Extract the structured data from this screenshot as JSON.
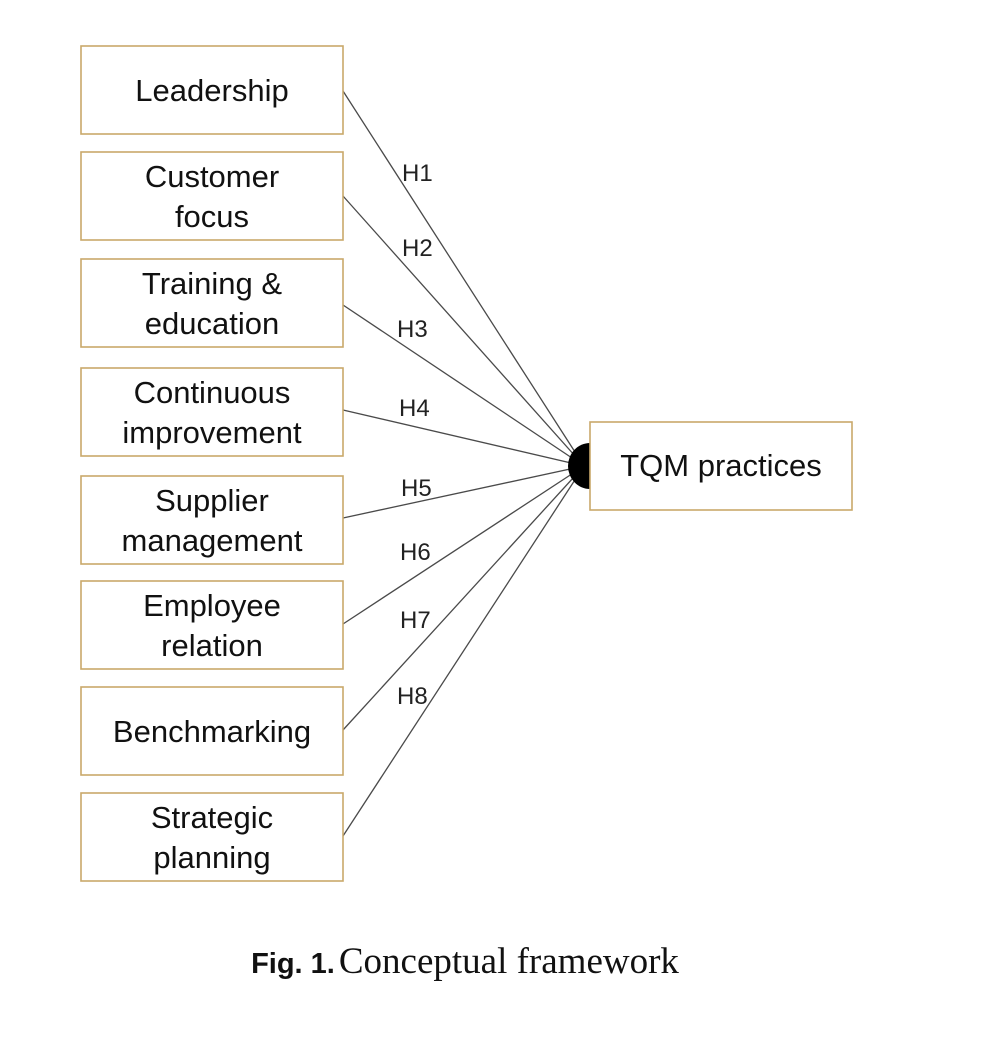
{
  "diagram": {
    "constructs": [
      {
        "id": "leadership",
        "lines": [
          "Leadership"
        ]
      },
      {
        "id": "customer-focus",
        "lines": [
          "Customer",
          "focus"
        ]
      },
      {
        "id": "training-education",
        "lines": [
          "Training &",
          "education"
        ]
      },
      {
        "id": "continuous-improvement",
        "lines": [
          "Continuous",
          "improvement"
        ]
      },
      {
        "id": "supplier-management",
        "lines": [
          "Supplier",
          "management"
        ]
      },
      {
        "id": "employee-relation",
        "lines": [
          "Employee",
          "relation"
        ]
      },
      {
        "id": "benchmarking",
        "lines": [
          "Benchmarking"
        ]
      },
      {
        "id": "strategic-planning",
        "lines": [
          "Strategic",
          "planning"
        ]
      }
    ],
    "target": {
      "id": "tqm-practices",
      "label": "TQM practices"
    },
    "hypotheses": [
      "H1",
      "H2",
      "H3",
      "H4",
      "H5",
      "H6",
      "H7",
      "H8"
    ],
    "colors": {
      "box_border": "#c9a86a",
      "line": "#4a4a4a",
      "arrowhead": "#000000"
    }
  },
  "caption": {
    "fig_number": "Fig. 1.",
    "title": "Conceptual framework"
  }
}
